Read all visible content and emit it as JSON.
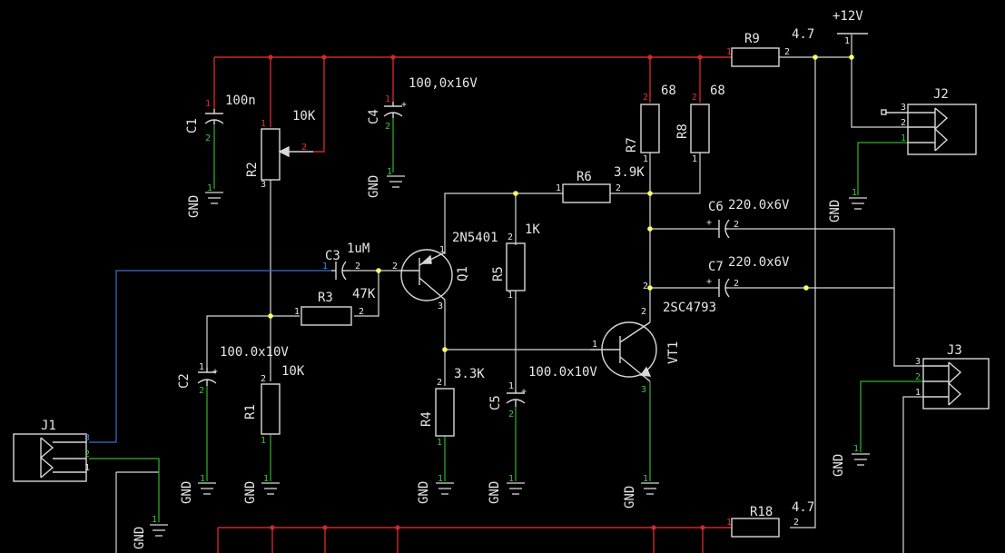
{
  "colors": {
    "background": "#000000",
    "net": "#d8d8d8",
    "vcc_net": "#d02828",
    "gnd_net": "#2fb52f",
    "signal_net": "#3b6fd0",
    "junction": "#ffff66",
    "text": "#e6e6e6"
  },
  "labels": {
    "vcc": "+12V",
    "gnd": "GND",
    "c1": "C1",
    "c1_val": "100n",
    "r2": "R2",
    "r2_val": "10K",
    "c4": "C4",
    "c4_val": "100,0x16V",
    "r9": "R9",
    "r9_val": "4.7",
    "r7": "R7",
    "r7_val": "68",
    "r8": "R8",
    "r8_val": "68",
    "j2": "J2",
    "r6": "R6",
    "r6_val": "3.9K",
    "c6": "C6",
    "c6_val": "220.0x6V",
    "c7": "C7",
    "c7_val": "220.0x6V",
    "q1": "Q1",
    "q1_val": "2N5401",
    "r5": "R5",
    "r5_val": "1K",
    "c3": "C3",
    "c3_val": "1uM",
    "r3": "R3",
    "r3_val": "47K",
    "vt1": "VT1",
    "vt1_val": "2SC4793",
    "c2": "C2",
    "c2_val": "100.0x10V",
    "r1": "R1",
    "r1_val": "10K",
    "r4": "R4",
    "r4_val": "3.3K",
    "c5": "C5",
    "c5_val": "100.0x10V",
    "j1": "J1",
    "j3": "J3",
    "r18": "R18",
    "r18_val": "4.7"
  },
  "pins": [
    "1",
    "2",
    "3",
    "+"
  ]
}
